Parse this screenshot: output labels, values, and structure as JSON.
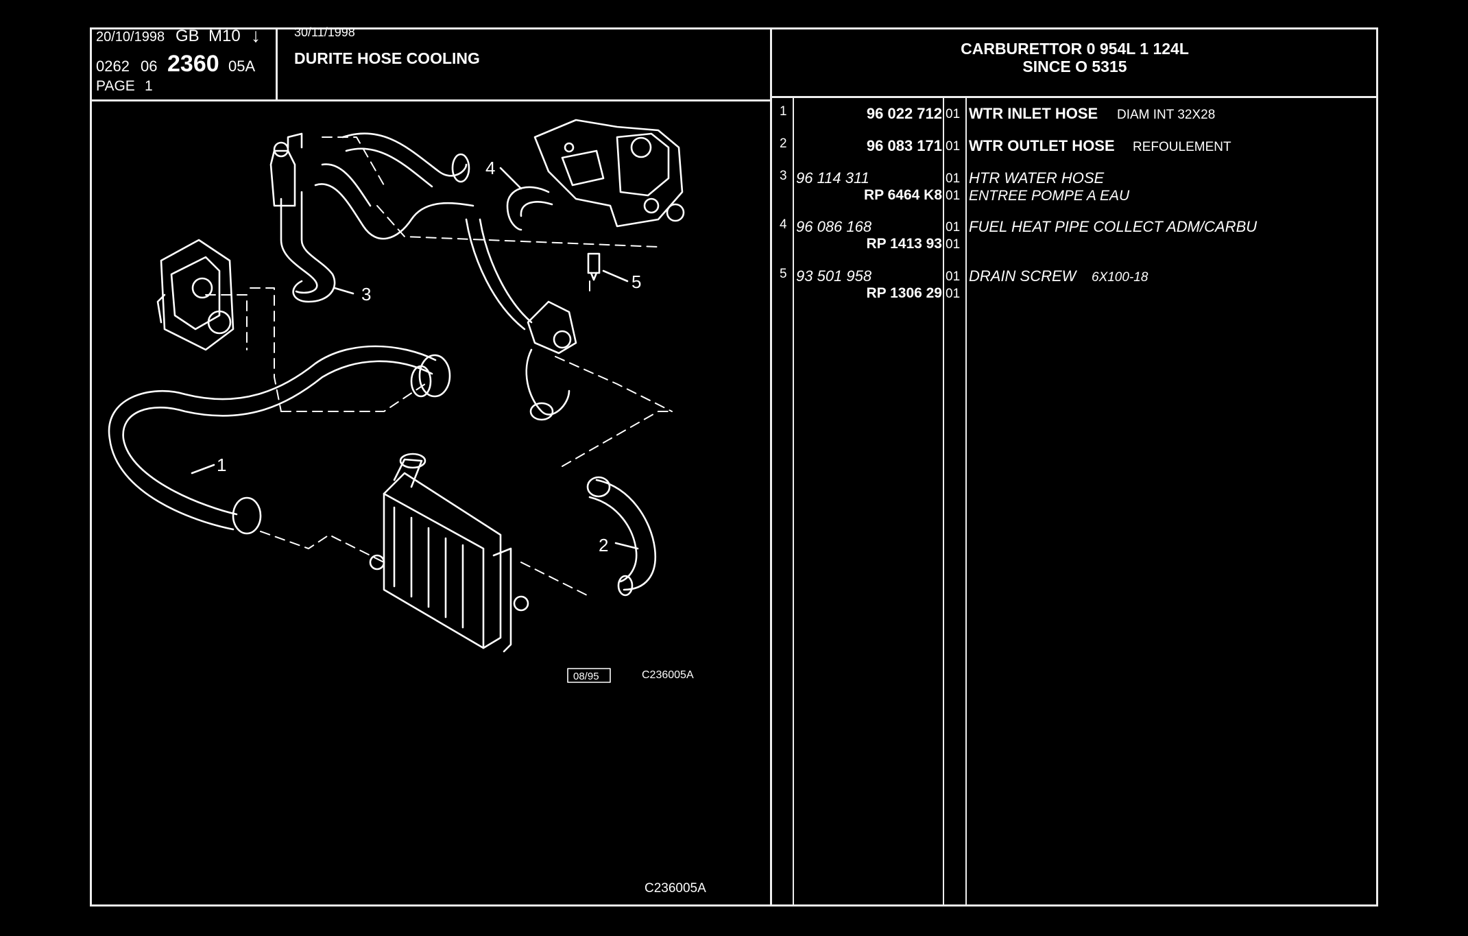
{
  "header": {
    "date1": "20/10/1998",
    "lang": "GB",
    "model": "M10",
    "down_arrow": "↓",
    "ref_prefix": "0262",
    "ref_group": "06",
    "ref_main": "2360",
    "ref_suffix": "05A",
    "page_label": "PAGE",
    "page_num": "1",
    "date2": "30/11/1998",
    "title": "DURITE HOSE COOLING",
    "app_line1": "CARBURETTOR 0 954L 1 124L",
    "app_line2": "SINCE O  5315"
  },
  "diagram": {
    "callouts": [
      "1",
      "2",
      "3",
      "4",
      "5"
    ],
    "stamp_date": "08/95",
    "stamp_code": "C236005A",
    "bottom_code": "C236005A"
  },
  "parts": [
    {
      "no": "1",
      "part": "96 022 712",
      "part_bold": true,
      "qty": "01",
      "name": "WTR INLET HOSE",
      "name_extra": "DIAM INT 32X28",
      "alt": "",
      "alt_qty": "",
      "alt_desc": ""
    },
    {
      "no": "2",
      "part": "96 083 171",
      "part_bold": true,
      "qty": "01",
      "name": "WTR OUTLET HOSE",
      "name_extra": "REFOULEMENT",
      "alt": "",
      "alt_qty": "",
      "alt_desc": ""
    },
    {
      "no": "3",
      "part": "96 114 311",
      "part_bold": false,
      "qty": "01",
      "name": "HTR WATER HOSE",
      "name_extra": "",
      "alt": "RP  6464 K8",
      "alt_qty": "01",
      "alt_desc": "ENTREE POMPE A EAU"
    },
    {
      "no": "4",
      "part": "96 086 168",
      "part_bold": false,
      "qty": "01",
      "name": "FUEL HEAT PIPE COLLECT ADM/CARBU",
      "name_extra": "",
      "alt": "RP  1413 93",
      "alt_qty": "01",
      "alt_desc": ""
    },
    {
      "no": "5",
      "part": "93 501 958",
      "part_bold": false,
      "qty": "01",
      "name": "DRAIN SCREW",
      "name_extra": "6X100-18",
      "alt": "RP  1306 29",
      "alt_qty": "01",
      "alt_desc": ""
    }
  ]
}
